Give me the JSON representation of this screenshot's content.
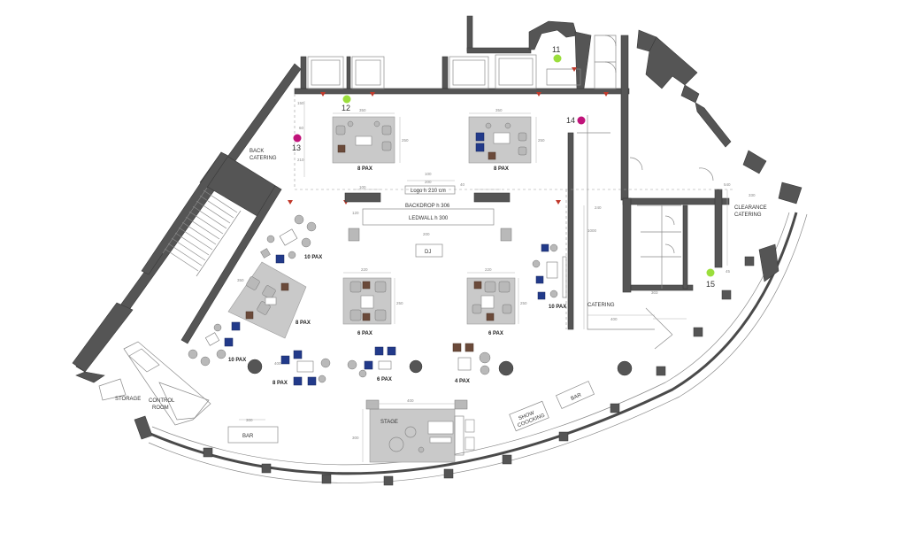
{
  "labels": {
    "back_catering": [
      "BACK",
      "CATERING"
    ],
    "clearance_catering": [
      "CLEARANCE",
      "CATERING"
    ],
    "catering": "CATERING",
    "storage": "STORAGE",
    "control_room": [
      "CONTROL",
      "ROOM"
    ],
    "bar_left": "BAR",
    "bar_right": "BAR",
    "show_cooking": [
      "SHOW",
      "COOCKING"
    ],
    "stage": "STAGE",
    "dj": "DJ",
    "logo": "Logo h 210 cm",
    "backdrop": "BACKDROP h 306",
    "ledwall": "LEDWALL h 300"
  },
  "pax": {
    "top_left": "8 PAX",
    "top_right": "8 PAX",
    "left_10": "10 PAX",
    "diag_8": "8 PAX",
    "mid_6a": "6 PAX",
    "mid_6b": "6 PAX",
    "right_10": "10 PAX",
    "lower_10": "10 PAX",
    "low_8": "8 PAX",
    "low_6": "6 PAX",
    "low_4": "4 PAX"
  },
  "markers": [
    {
      "id": "11",
      "color": "#9bde3c"
    },
    {
      "id": "12",
      "color": "#9bde3c"
    },
    {
      "id": "13",
      "color": "#c0137a"
    },
    {
      "id": "14",
      "color": "#c0137a"
    },
    {
      "id": "15",
      "color": "#9bde3c"
    }
  ],
  "dimensions": {
    "d150": "150",
    "d60": "60",
    "d210": "210",
    "d350a": "350",
    "d250a": "250",
    "d350b": "350",
    "d250b": "250",
    "d100a": "100",
    "d100b": "100",
    "d200a": "200",
    "d40": "40",
    "d120": "120",
    "d200b": "200",
    "d220a": "220",
    "d250c": "250",
    "d220b": "220",
    "d250d": "250",
    "d400a": "400",
    "d300": "300",
    "d240": "240",
    "d1000": "1000",
    "d540": "540",
    "d330": "330",
    "d303": "303",
    "d400b": "400",
    "d350c": "350",
    "d300b": "300",
    "d400c": "400",
    "d45": "45"
  }
}
